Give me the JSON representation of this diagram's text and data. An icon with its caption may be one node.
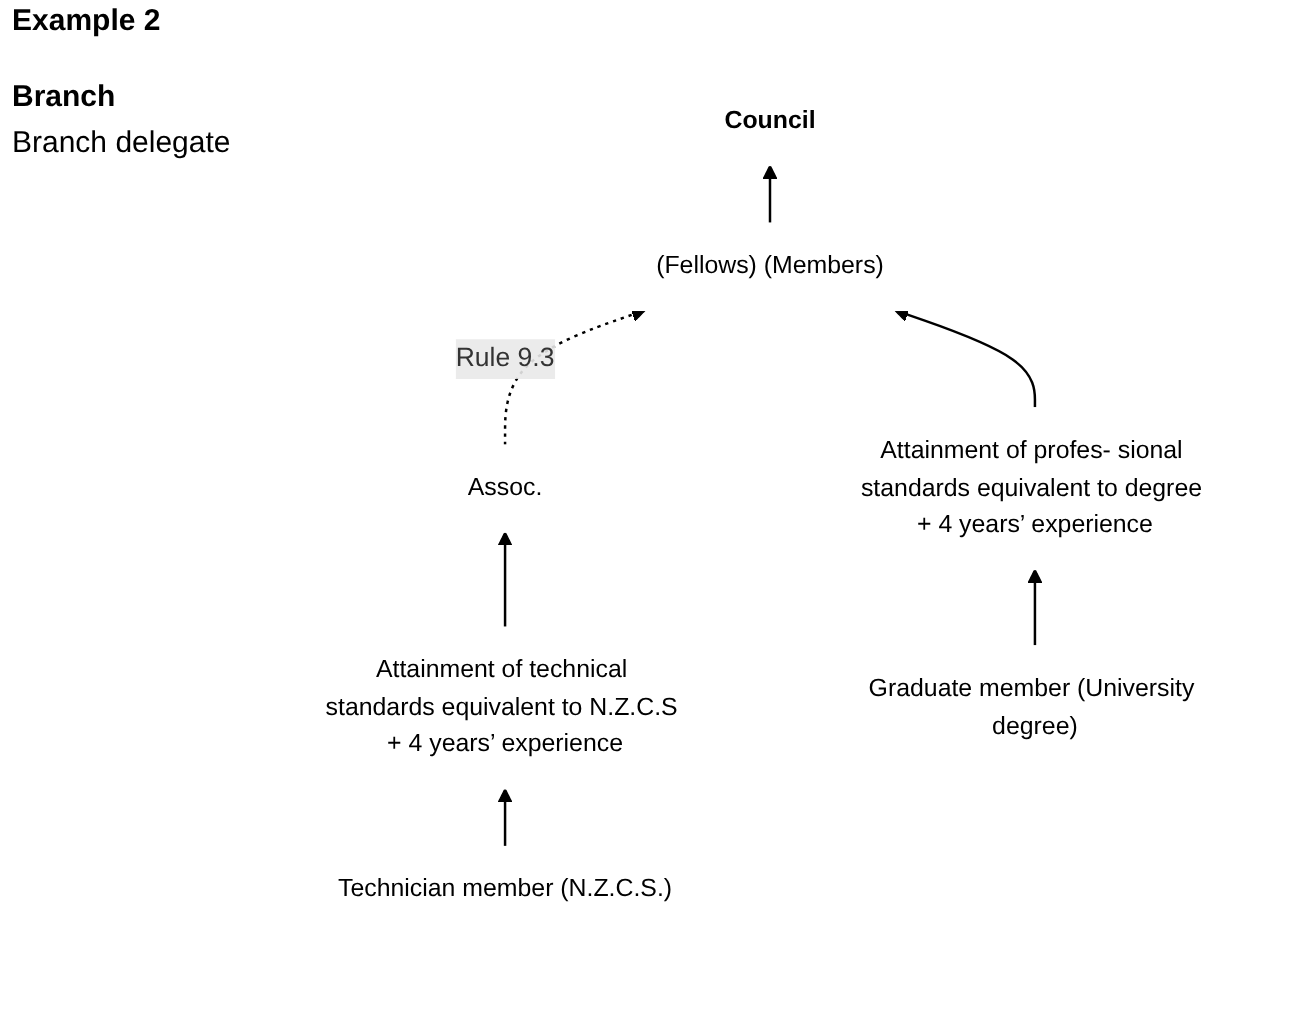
{
  "diagram": {
    "title": "Example 2",
    "nodes": [
      {
        "text": [
          "Council"
        ]
      },
      {
        "text": [
          "(Fellows) (Members)"
        ]
      },
      {
        "text": [
          "Assoc."
        ]
      },
      {
        "text": [
          "Attainment of profes- sional standards equivalent to degree + 4 years’ experience"
        ]
      },
      {
        "text": [
          "Attainment of technical standards equivalent to N.Z.C.S + 4 years’ experience"
        ]
      },
      {
        "text": [
          "Graduate member (University degree)"
        ]
      },
      {
        "text": [
          "Technician member (N.Z.C.S.)"
        ]
      }
    ],
    "edges": [
      {
        "from": 1,
        "to": 0,
        "arrow": "to"
      },
      {
        "from": 2,
        "to": 1,
        "arrow": "to",
        "label": "Rule 9.3",
        "style": "dashed"
      },
      {
        "from": 3,
        "to": 1,
        "arrow": "to"
      },
      {
        "from": 4,
        "to": 2,
        "arrow": "to"
      },
      {
        "from": 5,
        "to": 3,
        "arrow": "to"
      },
      {
        "from": 6,
        "to": 4,
        "arrow": "to"
      }
    ],
    "labels": [
      "Branch",
      "Branch delegate"
    ]
  }
}
